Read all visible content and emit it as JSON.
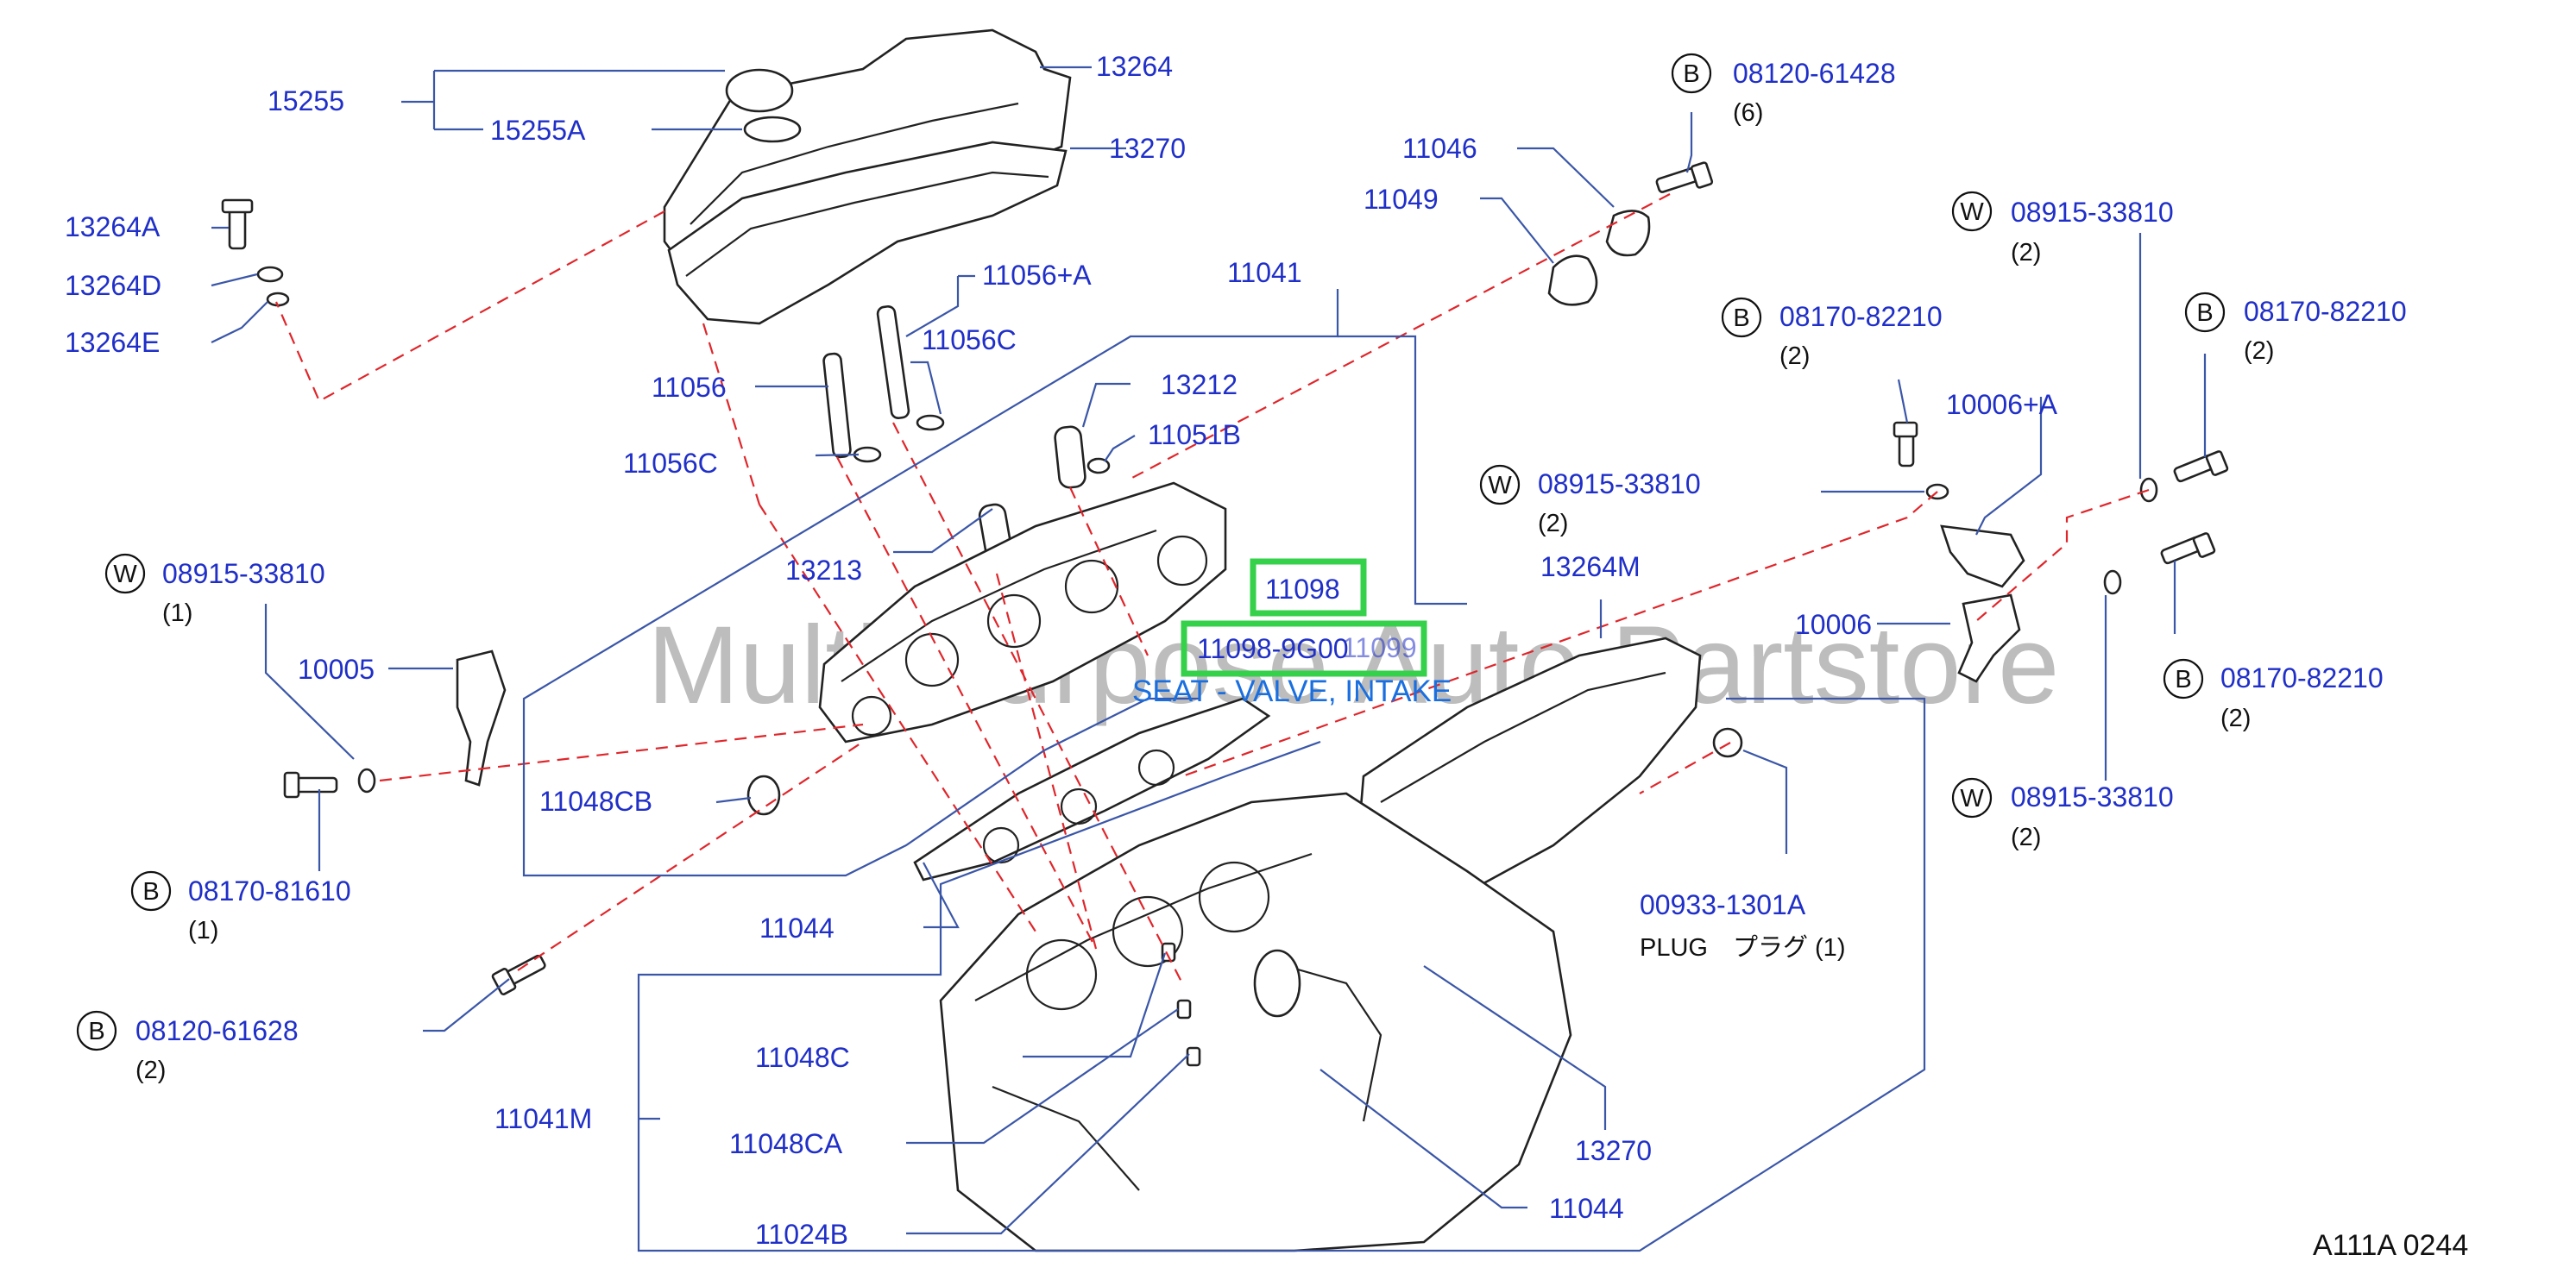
{
  "watermark": "Multi-Purpose Auto Partstore",
  "diagram_code": "A111A  0244",
  "highlight": {
    "primary": "11098",
    "secondary": "11098-9G00",
    "overlap_fragment": "11099",
    "tooltip": "SEAT - VALVE, INTAKE",
    "color": "#35d14a"
  },
  "colors": {
    "part_number": "#1f2fc8",
    "leader": "#3a56a8",
    "hidden_line": "#e0262b",
    "tooltip": "#1a6fe0"
  },
  "callouts": {
    "c15255": "15255",
    "c15255a": "15255A",
    "c13264": "13264",
    "c13270a": "13270",
    "c13264a": "13264A",
    "c13264d": "13264D",
    "c13264e": "13264E",
    "c11056a": "11056+A",
    "c11041": "11041",
    "c11056c1": "11056C",
    "c11056": "11056",
    "c13212": "13212",
    "c11051b": "11051B",
    "c11056c2": "11056C",
    "c13213": "13213",
    "c11046": "11046",
    "c11049": "11049",
    "c10005": "10005",
    "c11048cb": "11048CB",
    "c11044a": "11044",
    "c13264m": "13264M",
    "c10006a": "10006+A",
    "c10006": "10006",
    "c00933": "00933-1301A",
    "c11048c": "11048C",
    "c11041m": "11041M",
    "c11048ca": "11048CA",
    "c11024b": "11024B",
    "c13270b": "13270",
    "c11044b": "11044"
  },
  "fasteners": {
    "f1": {
      "circle": "B",
      "pn": "08120-61428",
      "qty": "(6)"
    },
    "f2": {
      "circle": "W",
      "pn": "08915-33810",
      "qty": "(2)"
    },
    "f3": {
      "circle": "B",
      "pn": "08170-82210",
      "qty": "(2)"
    },
    "f4": {
      "circle": "B",
      "pn": "08170-82210",
      "qty": "(2)"
    },
    "f5": {
      "circle": "W",
      "pn": "08915-33810",
      "qty": "(2)"
    },
    "f6": {
      "circle": "W",
      "pn": "08915-33810",
      "qty": "(1)"
    },
    "f7": {
      "circle": "B",
      "pn": "08170-82210",
      "qty": "(2)"
    },
    "f8": {
      "circle": "W",
      "pn": "08915-33810",
      "qty": "(2)"
    },
    "f9": {
      "circle": "B",
      "pn": "08170-81610",
      "qty": "(1)"
    },
    "f10": {
      "circle": "B",
      "pn": "08120-61628",
      "qty": "(2)"
    }
  },
  "plug_label": "PLUG　プラグ (1)"
}
